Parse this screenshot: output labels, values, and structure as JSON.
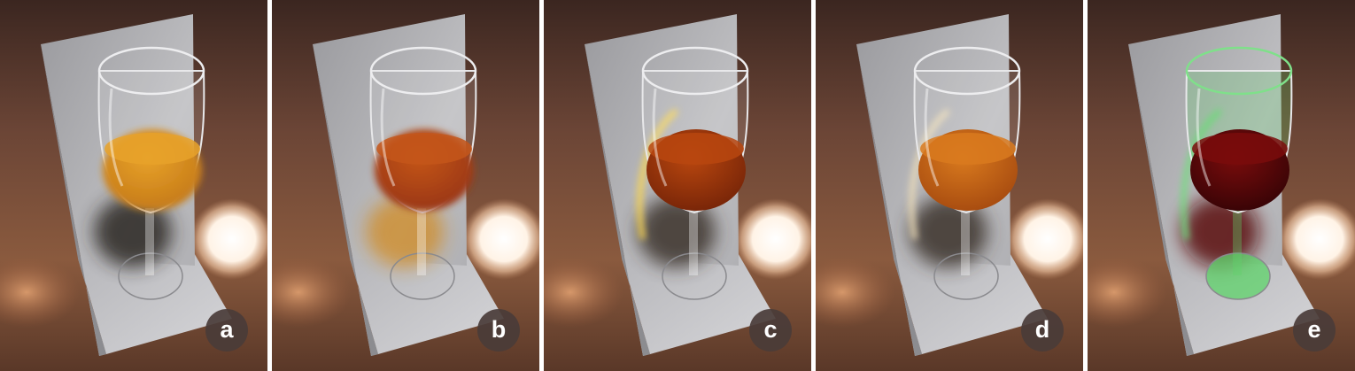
{
  "panels": [
    {
      "label": "a",
      "liquid": "#e8a22a",
      "liquid_dark": "#c57a18",
      "glass_tint": "#ffffff",
      "shadow": "#2a2522",
      "caustic": "none"
    },
    {
      "label": "b",
      "liquid": "#c4561a",
      "liquid_dark": "#9a3612",
      "glass_tint": "#ffffff",
      "shadow": "#d08a22",
      "caustic": "none"
    },
    {
      "label": "c",
      "liquid": "#b9470f",
      "liquid_dark": "#7a2608",
      "glass_tint": "#ffffff",
      "shadow": "#3a302a",
      "caustic": "#ffd84a"
    },
    {
      "label": "d",
      "liquid": "#d97a1e",
      "liquid_dark": "#a94d10",
      "glass_tint": "#ffffff",
      "shadow": "#3a302a",
      "caustic": "#f2e0b8"
    },
    {
      "label": "e",
      "liquid": "#7a0c0c",
      "liquid_dark": "#3a0406",
      "glass_tint": "#5ed36a",
      "shadow": "#5a1010",
      "caustic": "#6ee07a"
    }
  ]
}
